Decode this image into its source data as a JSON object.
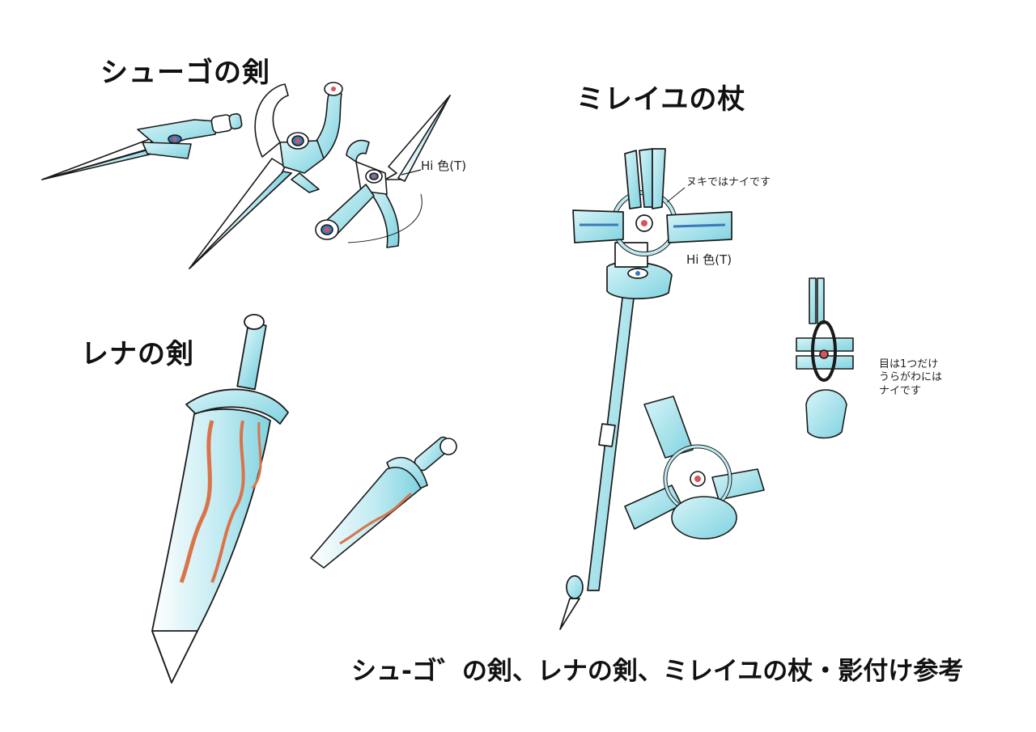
{
  "titles": {
    "shugo_sword": "シューゴの剣",
    "mireiyu_staff": "ミレイユの杖",
    "rena_sword": "レナの剣"
  },
  "caption": "シュ-ゴ゛の剣、レナの剣、ミレイユの杖・影付け参考",
  "notes": {
    "hi_left": "Hi 色(T)",
    "nuki": "ヌキではナイです",
    "hi_right": "Hi 色(T)",
    "eye_line1": "目は1つだけ",
    "eye_line2": "うらがわには",
    "eye_line3": "ナイです"
  },
  "colors": {
    "line": "#1a1a1a",
    "shade_cyan": "#8fdbe6",
    "shade_cyan_dark": "#5fc2d2",
    "gem_red": "#d9545a",
    "flame_orange": "#d9744a",
    "metal_blue": "#3c79b8"
  }
}
